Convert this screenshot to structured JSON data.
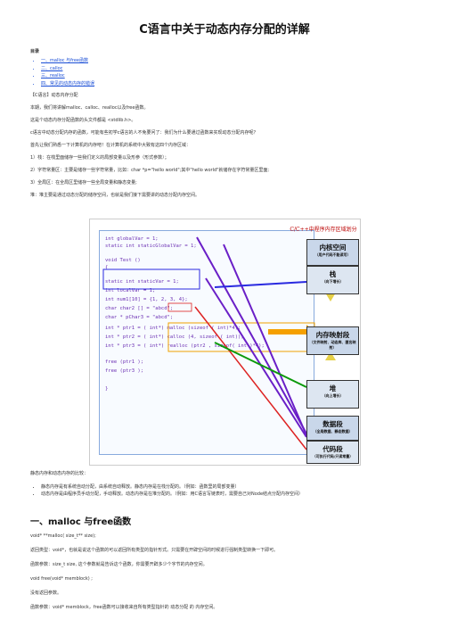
{
  "title": "C语言中关于动态内存分配的详解",
  "toc": {
    "heading": "目录",
    "items": [
      "一、malloc 与free函数",
      "二、calloc",
      "三、realloc",
      "四、常见的动态内存的错误"
    ]
  },
  "intro": [
    "【C语言】动态内存分配",
    "本期，我们将讲解malloc、calloc、realloc以及free函数。",
    "这是个动态内存分配函数的头文件都是 <stdlib.h>。",
    "c语言中动态分配内存的函数，可能有些初学c语言的人不免要问了：我们为什么要通过函数来实现动态分配内存呢？",
    "首先让我们熟悉一下计算机的内存吧！在计算机的系统中大致有这四个内存区域：",
    "1）栈：在栈里面储存一些我们定义的局部变量以及形参（形式参数）；",
    "2）字符常量区：主要是储存一些字符常量，比如：char *p=\"hello world\";其中\"hello world\"就储存在字符常量区里面;",
    "3）全局区：在全局区里储存一些全局变量和静态变量;",
    "堆：堆主要是通过动态分配的储存空间，也就是我们接下需要讲的动态分配内存空间。"
  ],
  "figure": {
    "memory_title": "C/C++中程序内存区域划分",
    "code_lines": [
      "int globalVar        = 1;",
      "static int staticGlobalVar = 1;",
      "",
      "void Test ()",
      "{",
      "  static int staticVar   = 1;",
      "  int localVar        = 1;",
      "  int num1[10]   = {1, 2, 3, 4};",
      "  char char2 []    = \"abcd\";",
      "  char * pChar3 =   \"abcd\";",
      "  int * ptr1        = ( int*) malloc (sizeof ( int)*4);",
      "  int * ptr2        = ( int*) calloc (4, sizeof ( int));",
      "  int * ptr3        = ( int*) realloc (ptr2 , sizeof( int )*4);",
      "  free (ptr1 );",
      "  free (ptr3 );",
      "}"
    ],
    "blocks": [
      {
        "title": "内核空间",
        "sub": "（用户代码不能读写）",
        "color": "#c9d7ea"
      },
      {
        "title": "栈",
        "sub": "（向下增长）",
        "color": "#dde6f1"
      },
      {
        "title": "内存映射段",
        "sub": "（文件映射、动态库、匿名映射）",
        "color": "#c9d7ea"
      },
      {
        "title": "堆",
        "sub": "（向上增长）",
        "color": "#dde6f1"
      },
      {
        "title": "数据段",
        "sub": "（全局数据、静态数据）",
        "color": "#c9d7ea"
      },
      {
        "title": "代码段",
        "sub": "（可执行代码/只读常量）",
        "color": "#dde6f1"
      }
    ]
  },
  "compare": {
    "lead": "静态内存和动态内存的比较：",
    "items": [
      "静态内存是有系统自动分配，由系统自动释放。静态内存是在栈分配的。（例如：函数里的局部变量）",
      "动态内存是由程序员手动分配，手动释放。动态内存是在堆分配的。（例如：用C语言写链表时，需要自己对Node结点分配内存空间）"
    ]
  },
  "section1": {
    "heading": "一、malloc 与free函数",
    "lines": [
      "void* **malloc( size_t** size);",
      "返回类型：void*，也就是说这个函数的可以返回所有类型的指针形式。只需要在开辟空间的时候进行强制类型转换一下即可。",
      "函数参数：size_t size, 这个参数就是告诉这个函数，你需要开辟多少个字节的内存空间。",
      "void free(void* memblock) ;",
      "没有返回参数。",
      "函数参数：void* memblock，free函数可以接收来自所有类型指针的 动态分配 的 内存空间。"
    ]
  }
}
